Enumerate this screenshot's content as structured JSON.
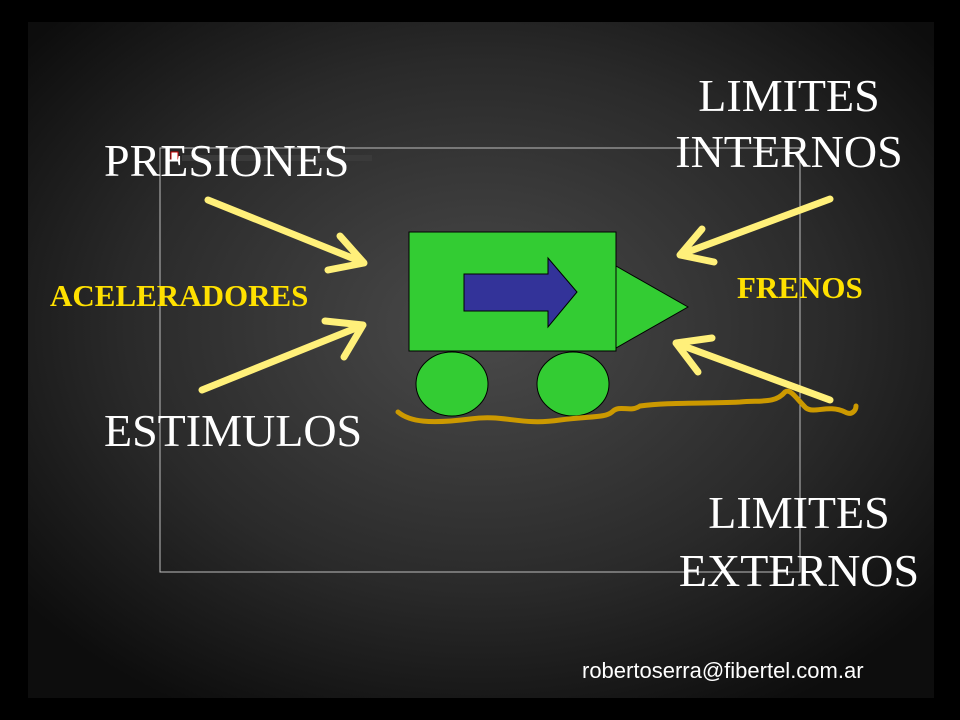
{
  "labels": {
    "presiones": "PRESIONES",
    "aceleradores": "ACELERADORES",
    "estimulos": "ESTIMULOS",
    "limites_internos_line1": "LIMITES",
    "limites_internos_line2": "INTERNOS",
    "frenos": "FRENOS",
    "limites_externos_line1": "LIMITES",
    "limites_externos_line2": "EXTERNOS"
  },
  "footer": {
    "email": "robertoserra@fibertel.com.ar"
  },
  "colors": {
    "background": "#000000",
    "text": "#ffffff",
    "accent_text": "#ffe100",
    "arrows": "#fff07a",
    "vehicle": "#33cc33",
    "inner_arrow": "#333399",
    "road": "#cc9900"
  }
}
